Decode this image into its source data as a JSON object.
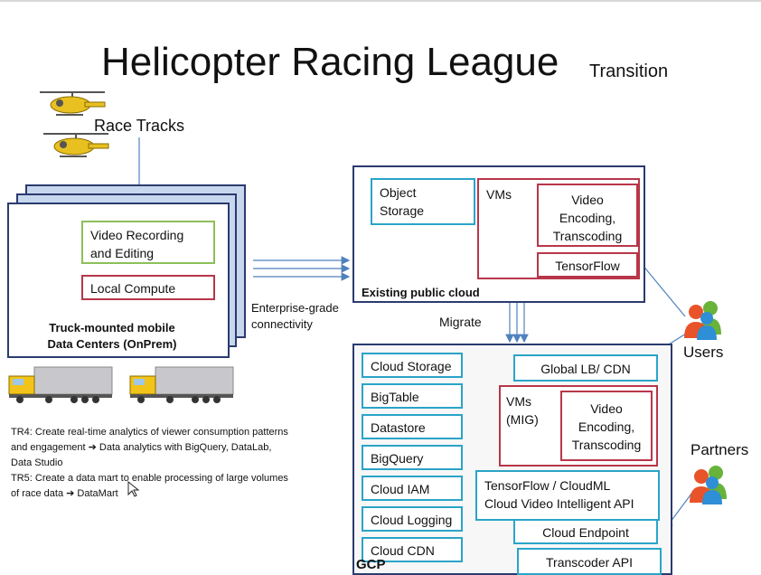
{
  "title": "Helicopter Racing League",
  "subtitle": "Transition",
  "race_tracks": "Race Tracks",
  "onprem": {
    "video_box": "Video Recording and Editing",
    "compute_box": "Local Compute",
    "label_line1": "Truck-mounted mobile",
    "label_line2": "Data Centers (OnPrem)"
  },
  "connectivity": {
    "line1": "Enterprise-grade",
    "line2": "connectivity"
  },
  "public_cloud": {
    "label": "Existing public cloud",
    "object_storage_line1": "Object",
    "object_storage_line2": "Storage",
    "vms": "VMs",
    "video_line1": "Video",
    "video_line2": "Encoding,",
    "video_line3": "Transcoding",
    "tensorflow": "TensorFlow"
  },
  "migrate": "Migrate",
  "users": "Users",
  "partners": "Partners",
  "gcp": {
    "label": "GCP",
    "services": [
      "Cloud Storage",
      "BigTable",
      "Datastore",
      "BigQuery",
      "Cloud IAM",
      "Cloud Logging",
      "Cloud CDN"
    ],
    "global_lb": "Global LB/ CDN",
    "vms_line1": "VMs",
    "vms_line2": "(MIG)",
    "video_line1": "Video",
    "video_line2": "Encoding,",
    "video_line3": "Transcoding",
    "ml_line1": "TensorFlow / CloudML",
    "ml_line2": "Cloud Video Intelligent API",
    "endpoint": "Cloud Endpoint",
    "transcoder": "Transcoder API"
  },
  "notes": {
    "tr4_line1": "TR4: Create real-time analytics of viewer consumption patterns",
    "tr4_line2": "and engagement ➔ Data analytics with BigQuery, DataLab,",
    "tr4_line3": "Data Studio",
    "tr5_line1": "TR5: Create a data mart to enable processing of large volumes",
    "tr5_line2": "of race data ➔ DataMart"
  },
  "colors": {
    "navy": "#2b3b6e",
    "green": "#8dbf5a",
    "red": "#b8364a",
    "teal": "#2aa4c8",
    "stack_fill": "#c7d7ee",
    "arrow": "#4f81bd"
  },
  "icons": [
    "helicopter-icon",
    "truck-icon",
    "users-icon",
    "cursor-icon"
  ]
}
